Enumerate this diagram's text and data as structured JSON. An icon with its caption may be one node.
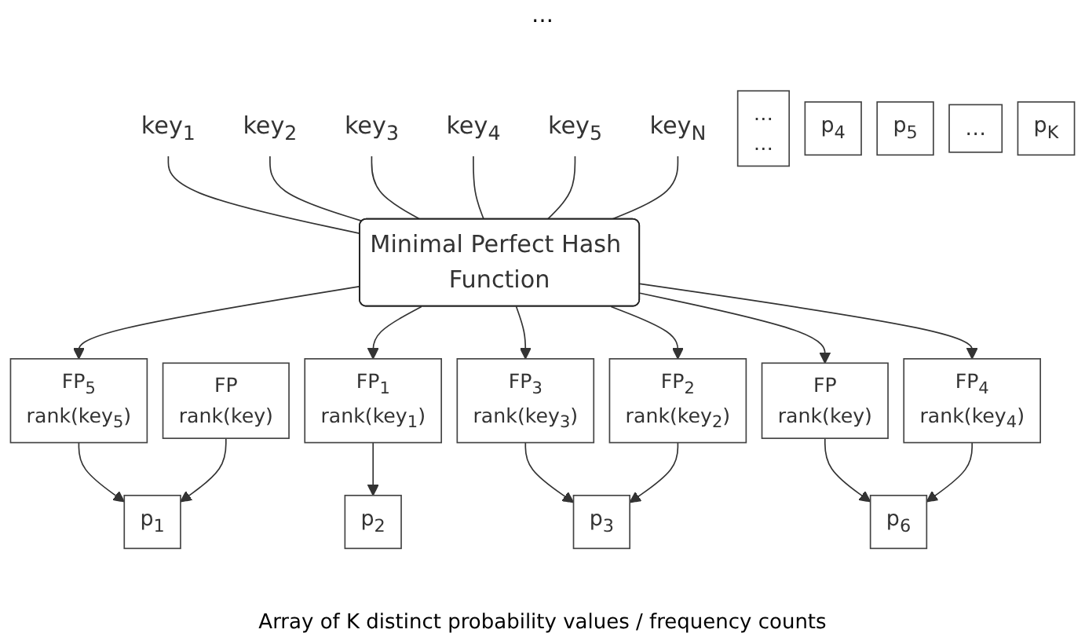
{
  "diagram": {
    "caption": "Array of K distinct probability values / frequency counts",
    "nodes": [
      {
        "text": [
          "key$_{1}$"
        ]
      },
      {
        "text": [
          "key$_{2}$"
        ]
      },
      {
        "text": [
          "key$_{3}$"
        ]
      },
      {
        "text": [
          "key$_{4}$"
        ]
      },
      {
        "text": [
          "key$_{5}$"
        ]
      },
      {
        "text": [
          "key$_{N}$"
        ]
      },
      {
        "text": [
          "Minimal Perfect Hash Function"
        ]
      },
      {
        "text": [
          "FP$_{5}$",
          "rank(key$_{5}$)"
        ]
      },
      {
        "text": [
          "FP",
          "rank(key)"
        ]
      },
      {
        "text": [
          "FP$_{1}$",
          "rank(key$_{1}$)"
        ]
      },
      {
        "text": [
          "FP$_{3}$",
          "rank(key$_{3}$)"
        ]
      },
      {
        "text": [
          "FP$_{2}$",
          "rank(key$_{2}$)"
        ]
      },
      {
        "text": [
          "FP",
          "rank(key)"
        ]
      },
      {
        "text": [
          "FP$_{4}$",
          "rank(key$_{4}$)"
        ]
      },
      {
        "text": [
          "…",
          "…"
        ]
      },
      {
        "text": [
          "p$_{1}$"
        ]
      },
      {
        "text": [
          "p$_{2}$"
        ]
      },
      {
        "text": [
          "p$_{3}$"
        ]
      },
      {
        "text": [
          "p$_{4}$"
        ]
      },
      {
        "text": [
          "p$_{5}$"
        ]
      },
      {
        "text": [
          "p$_{6}$"
        ]
      },
      {
        "text": [
          "…"
        ]
      },
      {
        "text": [
          "p$_{K}$"
        ]
      }
    ],
    "edges": [
      {
        "from": 0,
        "to": 6,
        "arrow": "none"
      },
      {
        "from": 1,
        "to": 6,
        "arrow": "none"
      },
      {
        "from": 2,
        "to": 6,
        "arrow": "none"
      },
      {
        "from": 3,
        "to": 6,
        "arrow": "none"
      },
      {
        "from": 4,
        "to": 6,
        "arrow": "none"
      },
      {
        "from": 5,
        "to": 6,
        "arrow": "none"
      },
      {
        "from": 6,
        "to": 7,
        "arrow": "to"
      },
      {
        "from": 6,
        "to": 9,
        "arrow": "to"
      },
      {
        "from": 6,
        "to": 10,
        "arrow": "to"
      },
      {
        "from": 6,
        "to": 11,
        "arrow": "to"
      },
      {
        "from": 6,
        "to": 12,
        "arrow": "to"
      },
      {
        "from": 6,
        "to": 13,
        "arrow": "to"
      },
      {
        "from": 7,
        "to": 15,
        "arrow": "to"
      },
      {
        "from": 8,
        "to": 15,
        "arrow": "to"
      },
      {
        "from": 9,
        "to": 16,
        "arrow": "to"
      },
      {
        "from": 10,
        "to": 17,
        "arrow": "to"
      },
      {
        "from": 11,
        "to": 17,
        "arrow": "to"
      },
      {
        "from": 12,
        "to": 20,
        "arrow": "to"
      },
      {
        "from": 13,
        "to": 20,
        "arrow": "to"
      }
    ],
    "labels": [
      "…"
    ]
  }
}
